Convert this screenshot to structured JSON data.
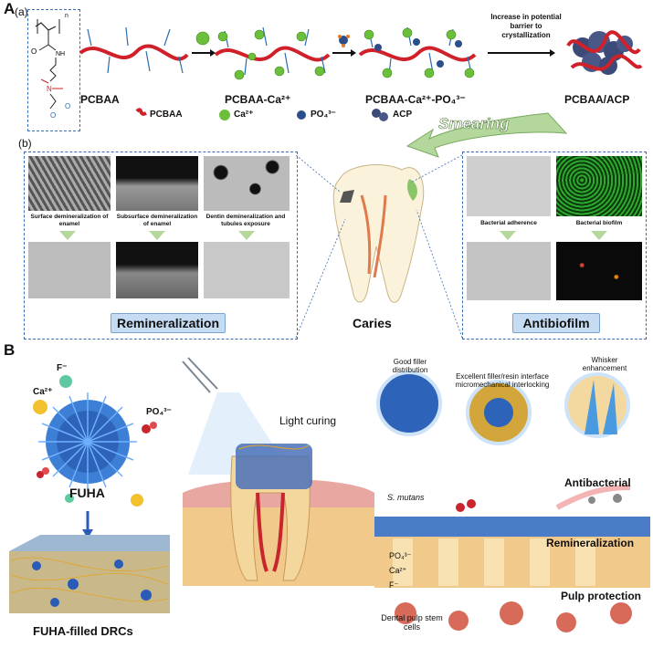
{
  "panelA": {
    "letter": "A",
    "sub_a": "(a)",
    "n_label": "n",
    "crystal_note": "Increase in potential barrier to crystallization",
    "stages": [
      "PCBAA",
      "PCBAA-Ca²⁺",
      "PCBAA-Ca²⁺-PO₄³⁻",
      "PCBAA/ACP"
    ],
    "legend": [
      "PCBAA",
      "Ca²⁺",
      "PO₄³⁻",
      "ACP"
    ],
    "smearing": "Smearing",
    "sub_b": "(b)",
    "remin_captions": [
      "Surface demineralization of enamel",
      "Subsurface demineralization of enamel",
      "Dentin demineralization and tubules exposure"
    ],
    "remin_label": "Remineralization",
    "caries": "Caries",
    "anti_captions": [
      "Bacterial adherence",
      "Bacterial biofilm"
    ],
    "anti_label": "Antibiofilm"
  },
  "panelB": {
    "letter": "B",
    "f_ion": "F⁻",
    "ca_ion": "Ca²⁺",
    "po_ion": "PO₄³⁻",
    "fuha": "FUHA",
    "drc": "FUHA-filled DRCs",
    "light": "Light curing",
    "filler_dist": "Good filler distribution",
    "interface": "Excellent filler/resin interface micromechanical interlocking",
    "whisker": "Whisker enhancement",
    "s_mutans": "S. mutans",
    "antibacterial": "Antibacterial",
    "remineralization": "Remineralization",
    "pulp": "Pulp protection",
    "layer_ions": [
      "PO₄³⁻",
      "Ca²⁺",
      "F⁻"
    ],
    "stem": "Dental pulp stem cells"
  },
  "colors": {
    "accent_blue": "#3a6fb5",
    "polymer_red": "#d0202a",
    "calcium_green": "#6cbf3a",
    "dentin_yellow": "#f1c98a"
  }
}
